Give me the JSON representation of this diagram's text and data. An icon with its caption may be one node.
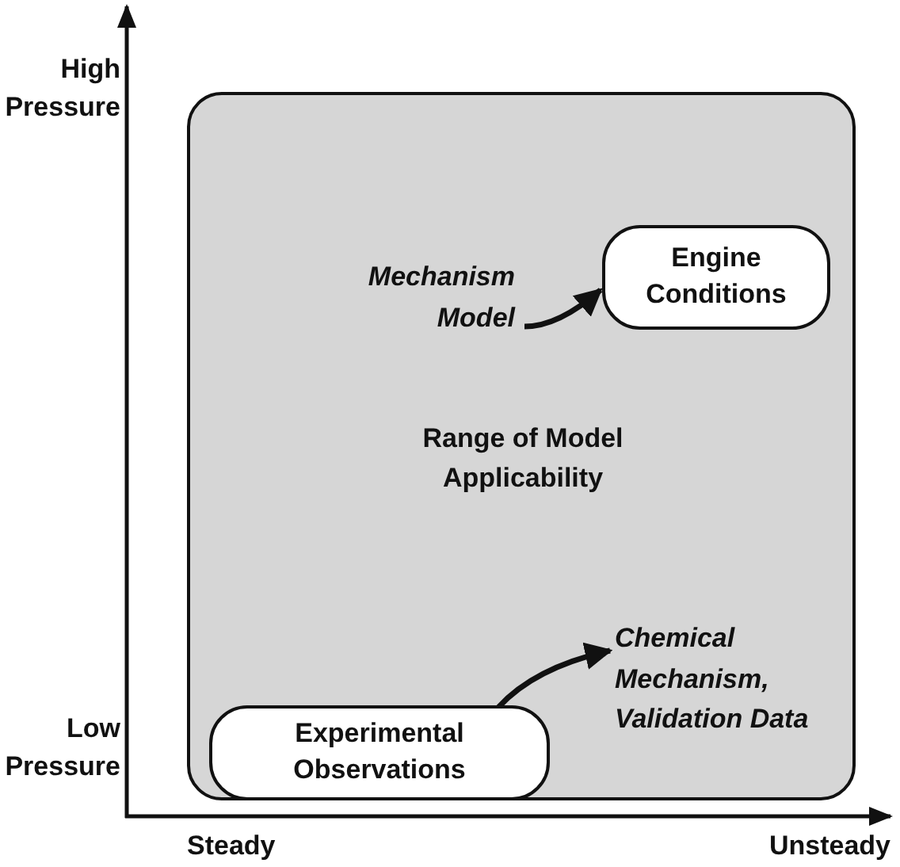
{
  "diagram": {
    "nodes": [
      {
        "text": [
          "Range of Model Applicability"
        ]
      },
      {
        "text": [
          "Engine Conditions"
        ],
        "in": 0
      },
      {
        "text": [
          "Mechanism Model"
        ],
        "in": 0
      },
      {
        "text": [
          "Chemical Mechanism, Validation Data"
        ],
        "in": 0
      },
      {
        "text": [
          "Experimental Observations"
        ],
        "in": 0
      }
    ],
    "edges": [
      {
        "from": 2,
        "to": 1,
        "arrow": "to"
      },
      {
        "from": 4,
        "to": 3,
        "arrow": "to"
      }
    ],
    "labels": [
      "High Pressure",
      "Low Pressure",
      "Steady",
      "Unsteady"
    ]
  }
}
